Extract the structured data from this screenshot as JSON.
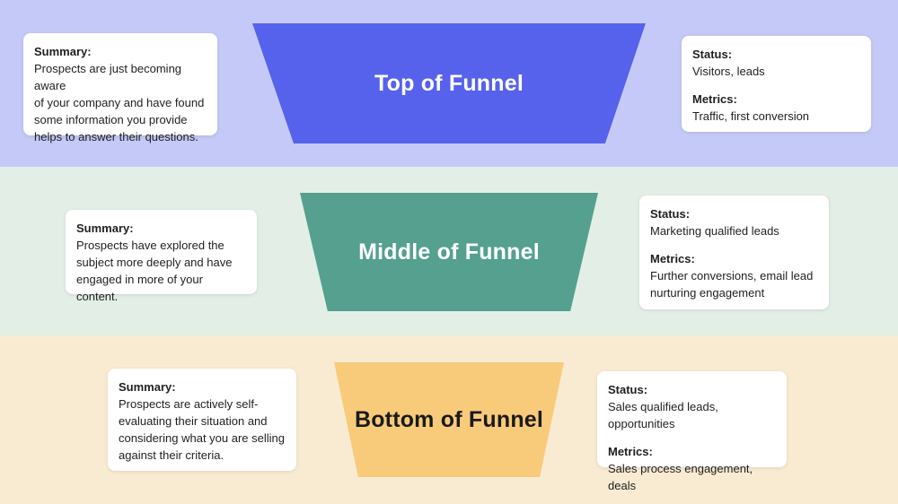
{
  "colors": {
    "top_band": "#c5c9f7",
    "mid_band": "#e3efe6",
    "bot_band": "#f9ebd2",
    "top_stage": "#5662ec",
    "mid_stage": "#55a08e",
    "bot_stage": "#f8cb7a"
  },
  "stages": {
    "top": {
      "label": "Top of Funnel",
      "summary_heading": "Summary:",
      "summary_lines": [
        "Prospects are just becoming aware",
        "of your company and have found",
        "some information you provide",
        "helps to answer their questions."
      ],
      "status_heading": "Status:",
      "status_lines": [
        "Visitors, leads"
      ],
      "metrics_heading": "Metrics:",
      "metrics_lines": [
        "Traffic, first conversion"
      ]
    },
    "middle": {
      "label": "Middle of Funnel",
      "summary_heading": "Summary:",
      "summary_lines": [
        "Prospects have explored the",
        "subject more deeply and have",
        "engaged in more of your content."
      ],
      "status_heading": "Status:",
      "status_lines": [
        "Marketing qualified leads"
      ],
      "metrics_heading": "Metrics:",
      "metrics_lines": [
        "Further conversions, email lead",
        "nurturing engagement"
      ]
    },
    "bottom": {
      "label": "Bottom of Funnel",
      "summary_heading": "Summary:",
      "summary_lines": [
        "Prospects are actively self-",
        "evaluating their situation and",
        "considering what you are selling",
        "against their criteria."
      ],
      "status_heading": "Status:",
      "status_lines": [
        "Sales qualified leads, opportunities"
      ],
      "metrics_heading": "Metrics:",
      "metrics_lines": [
        "Sales process engagement, deals"
      ]
    }
  }
}
